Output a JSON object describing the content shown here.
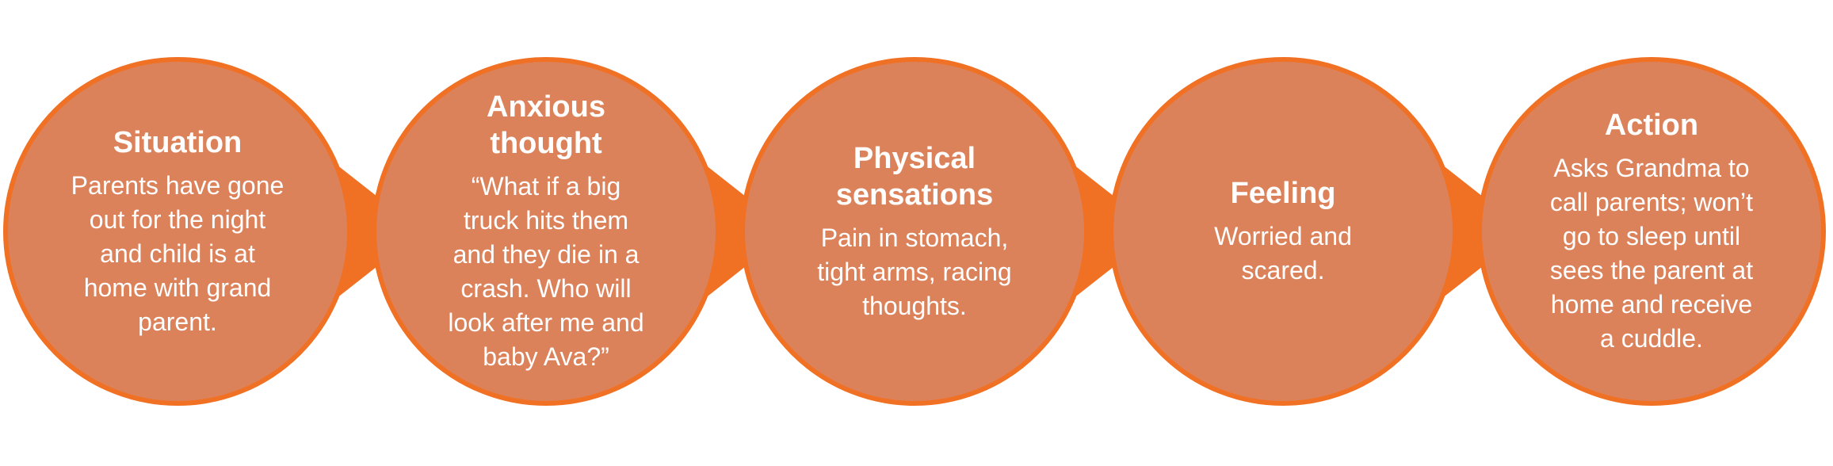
{
  "colors": {
    "circle_fill": "#dc825a",
    "circle_ring": "#f07024",
    "arrow": "#f07024",
    "text": "#ffffff"
  },
  "stages": [
    {
      "title": "Situation",
      "body": "Parents have gone\nout for the night\nand child is at\nhome with grand\nparent."
    },
    {
      "title": "Anxious\nthought",
      "body": "“What if a big\ntruck hits them\nand they die in a\ncrash. Who will\nlook after me and\nbaby Ava?”"
    },
    {
      "title": "Physical\nsensations",
      "body": "Pain in stomach,\ntight arms, racing\nthoughts."
    },
    {
      "title": "Feeling",
      "body": "Worried and\nscared."
    },
    {
      "title": "Action",
      "body": "Asks Grandma to\ncall parents; won’t\ngo to sleep until\nsees the parent at\nhome and receive\na cuddle."
    }
  ]
}
